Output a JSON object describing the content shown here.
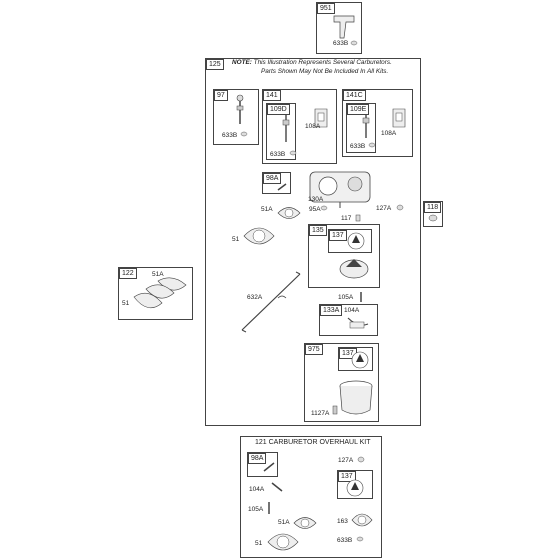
{
  "part_951": {
    "ref": "951",
    "sub": "633B"
  },
  "main": {
    "ref": "125",
    "note_bold": "NOTE:",
    "note_line1": "This Illustration Represents Several Carburetors.",
    "note_line2": "Parts Shown May Not Be Included In All Kits."
  },
  "p97": {
    "ref": "97",
    "sub": "633B"
  },
  "p141": {
    "ref": "141",
    "inner": "109D",
    "a": "108A",
    "b": "633B"
  },
  "p141c": {
    "ref": "141C",
    "inner": "109E",
    "a": "108A",
    "b": "633B"
  },
  "p98a": {
    "ref": "98A",
    "l51a": "51A",
    "l51": "51"
  },
  "carb": {
    "l130a": "130A",
    "l95a": "95A",
    "l117": "117",
    "l127a": "127A"
  },
  "p118": {
    "ref": "118"
  },
  "p122": {
    "ref": "122",
    "l51a": "51A",
    "l51": "51"
  },
  "p135": {
    "ref": "135",
    "inner": "137"
  },
  "p632a": {
    "label": "632A"
  },
  "p105a": {
    "label": "105A"
  },
  "p133a": {
    "ref": "133A",
    "sub": "104A"
  },
  "p975": {
    "ref": "975",
    "inner": "137",
    "sub": "1127A"
  },
  "kit": {
    "title": "121 CARBURETOR OVERHAUL KIT",
    "k98a": "98A",
    "k127a": "127A",
    "k104a": "104A",
    "k137": "137",
    "k105a": "105A",
    "k51a": "51A",
    "k163": "163",
    "k51": "51",
    "k633b": "633B"
  }
}
